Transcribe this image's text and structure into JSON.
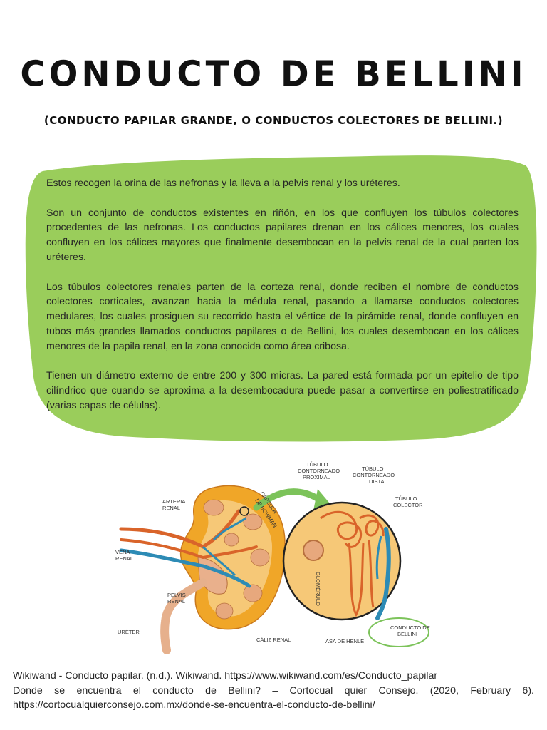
{
  "title": "CONDUCTO DE BELLINI",
  "subtitle": "(CONDUCTO PAPILAR GRANDE, O CONDUCTOS COLECTORES DE BELLINI.)",
  "colors": {
    "blob": "#9acd5b",
    "kidney": "#f0a628",
    "vein": "#2d8bb5",
    "artery": "#d9642a",
    "arrow": "#7cc35a"
  },
  "paragraphs": [
    "Estos recogen la orina de las nefronas y la lleva a la pelvis renal y los uréteres.",
    "Son un conjunto de conductos existentes en riñón, en los que confluyen los túbulos colectores procedentes de las nefronas. Los conductos papilares drenan en los cálices menores, los cuales confluyen en los cálices mayores que finalmente desembocan en la pelvis renal de la cual parten los uréteres.",
    "Los túbulos colectores renales parten de la corteza renal, donde reciben el nombre de conductos colectores corticales, avanzan hacia la médula renal, pasando a llamarse conductos colectores medulares, los cuales prosiguen su recorrido hasta el vértice de la pirámide renal, donde confluyen en tubos más grandes llamados conductos papilares o de Bellini, los cuales desembocan en los cálices menores de la papila renal, en la zona conocida como área cribosa.",
    "Tienen un diámetro externo de entre 200 y 300 micras. La pared está formada por un epitelio de tipo cilíndrico que cuando se aproxima a la desembocadura puede pasar a convertirse en poliestratificado (varias capas de células)."
  ],
  "figure_labels": {
    "arteria_renal": [
      "ARTERIA",
      "RENAL"
    ],
    "vena_renal": [
      "VENA",
      "RENAL"
    ],
    "pelvis_renal": [
      "PELVIS",
      "RENAL"
    ],
    "ureter": "URÉTER",
    "caliz_renal": "CÁLIZ RENAL",
    "capsula": [
      "CÁPSULA",
      "DE BOWMAN"
    ],
    "tubulo_proximal": [
      "TÚBULO",
      "CONTORNEADO",
      "PROXIMAL"
    ],
    "tubulo_distal": [
      "TÚBULO",
      "CONTORNEADO",
      "DISTAL"
    ],
    "tubulo_colector": [
      "TÚBULO",
      "COLECTOR"
    ],
    "glomerulo": "GLOMÉRULO",
    "asa_henle": "ASA DE HENLE",
    "conducto_bellini": [
      "CONDUCTO DE",
      "BELLINI"
    ]
  },
  "references": [
    "Wikiwand - Conducto papilar. (n.d.). Wikiwand. https://www.wikiwand.com/es/Conducto_papilar",
    "Donde se encuentra el conducto de Bellini? – Cortocual quier Consejo. (2020, February 6). https://cortocualquierconsejo.com.mx/donde-se-encuentra-el-conducto-de-bellini/"
  ]
}
